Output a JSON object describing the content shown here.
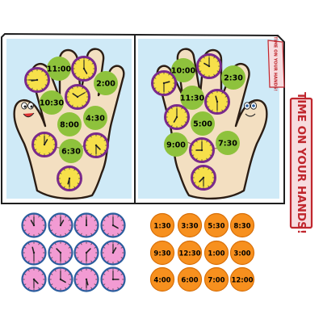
{
  "folder": {
    "tab_label": "TIME ON YOUR HANDS!",
    "colors": {
      "panel": "#cfeaf7",
      "border": "#1f1f1f",
      "green": "#8ec23c",
      "purple": "#7a2a8c",
      "clock_face": "#f7e04a"
    }
  },
  "left_hand": {
    "green_labels": [
      "11:00",
      "2:00",
      "10:30",
      "8:00",
      "4:30",
      "6:30"
    ]
  },
  "right_hand": {
    "green_labels": [
      "10:00",
      "2:30",
      "11:30",
      "5:00",
      "9:00",
      "7:30"
    ]
  },
  "side_card": {
    "title": "TIME ON YOUR HANDS!",
    "colors": {
      "fill": "#f7dcdf",
      "border": "#c0262d",
      "text": "#c0262d"
    }
  },
  "pink_clocks": {
    "count": 12,
    "colors": {
      "face": "#f29bd3",
      "ring": "#2a5d9e"
    }
  },
  "orange_circles": {
    "labels": [
      "1:30",
      "3:30",
      "5:30",
      "8:30",
      "9:30",
      "12:30",
      "1:00",
      "3:00",
      "4:00",
      "6:00",
      "7:00",
      "12:00"
    ],
    "colors": {
      "fill": "#f7901e",
      "ring": "#d86f08"
    }
  }
}
